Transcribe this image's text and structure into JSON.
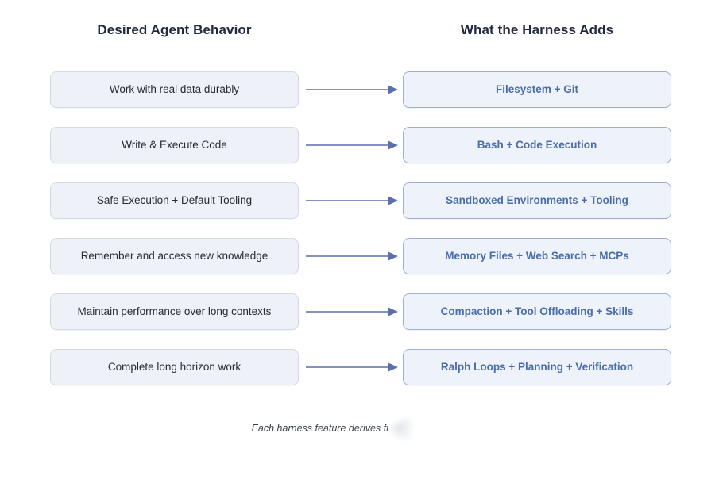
{
  "headers": {
    "left": "Desired Agent Behavior",
    "right": "What the Harness Adds"
  },
  "rows": [
    {
      "behavior": "Work with real data durably",
      "harness": "Filesystem + Git"
    },
    {
      "behavior": "Write & Execute Code",
      "harness": "Bash + Code Execution"
    },
    {
      "behavior": "Safe Execution + Default Tooling",
      "harness": "Sandboxed Environments + Tooling"
    },
    {
      "behavior": "Remember and access new knowledge",
      "harness": "Memory Files + Web Search + MCPs"
    },
    {
      "behavior": "Maintain performance over long contexts",
      "harness": "Compaction + Tool Offloading + Skills"
    },
    {
      "behavior": "Complete long horizon work",
      "harness": "Ralph Loops + Planning + Verification"
    }
  ],
  "caption": "Each harness feature derives from a behavior th",
  "colors": {
    "background": "#ffffff",
    "header_text": "#222a3f",
    "behavior_box_fill": "#eef1f7",
    "behavior_box_border": "#d4d9e3",
    "behavior_text": "#252b33",
    "harness_box_fill": "#eef2fa",
    "harness_box_border": "#9fb0cf",
    "harness_text": "#4a6daa",
    "arrow": "#5a6fae",
    "caption_text": "#3b4354"
  },
  "icons": {
    "arrow": "arrow-right-icon"
  }
}
